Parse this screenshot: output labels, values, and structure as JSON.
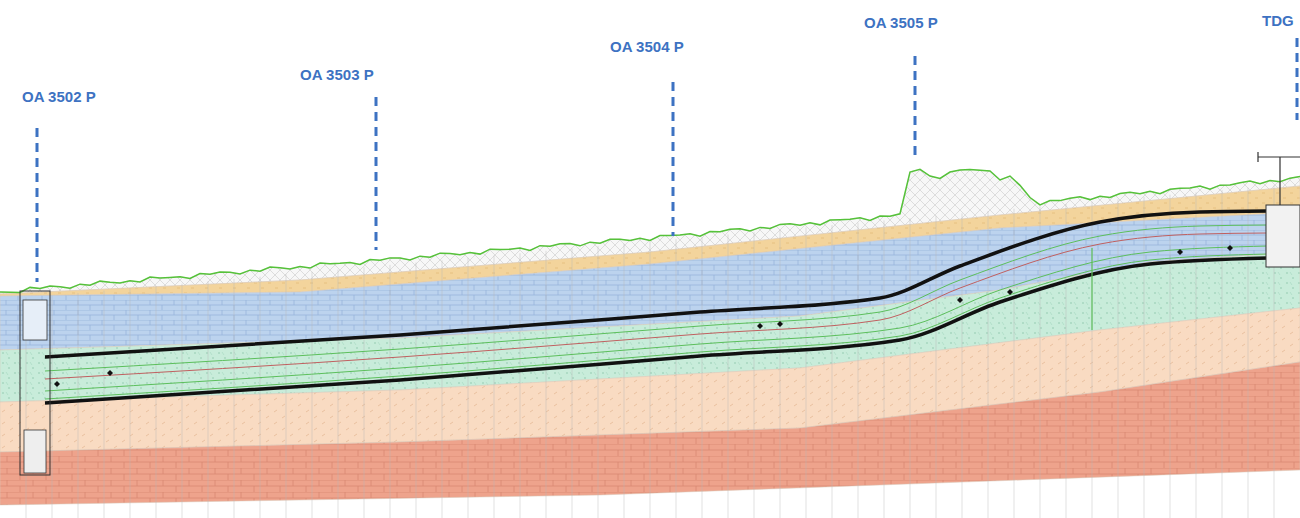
{
  "diagram": {
    "labels": [
      "OA 3502 P",
      "OA 3503 P",
      "OA 3504 P",
      "OA 3505 P",
      "TDG"
    ]
  }
}
